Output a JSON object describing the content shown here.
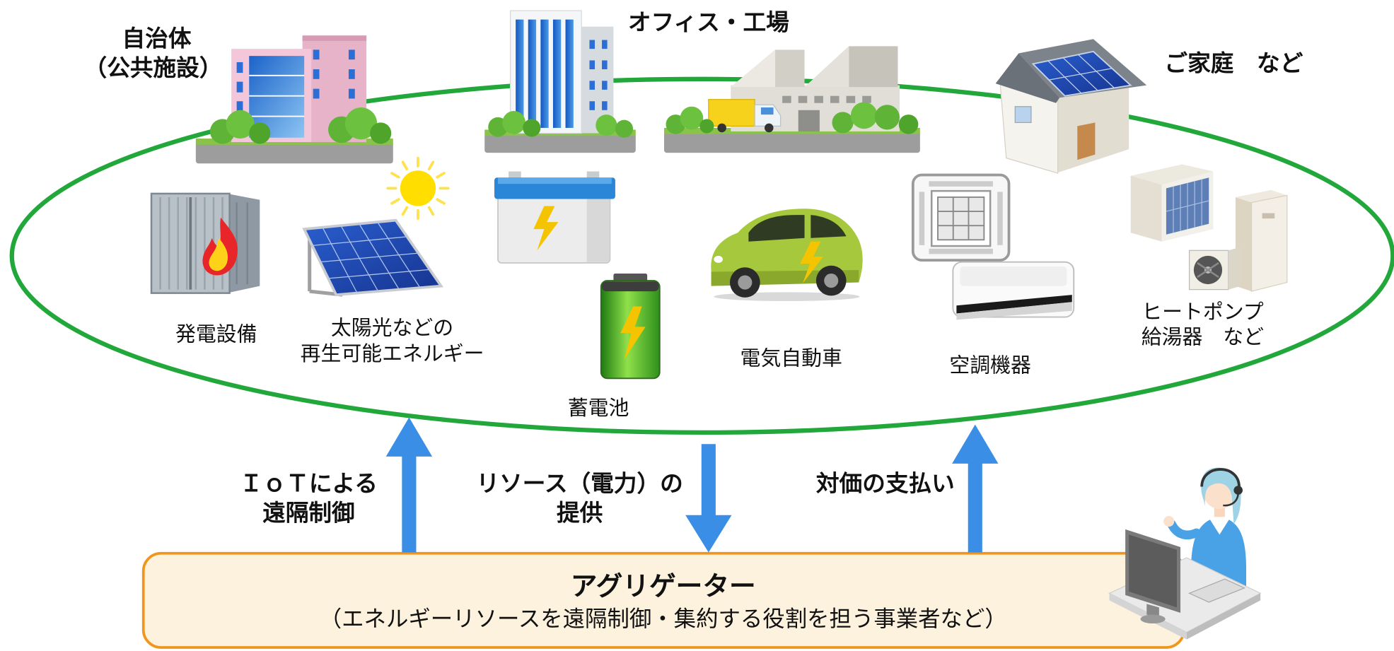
{
  "participants": {
    "municipality": {
      "name": "自治体",
      "sub": "（公共施設）",
      "icon": "municipal-building-icon"
    },
    "office_factory": {
      "name": "オフィス・工場",
      "icons": [
        "office-building-icon",
        "factory-icon",
        "delivery-truck-icon"
      ]
    },
    "home": {
      "name": "ご家庭　など",
      "icon": "solar-house-icon"
    }
  },
  "resources": {
    "generator": {
      "lines": [
        "発電設備"
      ],
      "icons": [
        "generator-container-icon",
        "fire-icon"
      ]
    },
    "renewable": {
      "lines": [
        "太陽光などの",
        "再生可能エネルギー"
      ],
      "icons": [
        "solar-panel-icon",
        "sun-icon"
      ]
    },
    "storage": {
      "lines": [
        "蓄電池"
      ],
      "icons": [
        "car-battery-icon",
        "storage-battery-icon"
      ]
    },
    "ev": {
      "lines": [
        "電気自動車"
      ],
      "icon": "electric-car-icon"
    },
    "hvac": {
      "lines": [
        "空調機器"
      ],
      "icons": [
        "ceiling-air-conditioner-icon",
        "wall-air-conditioner-icon"
      ]
    },
    "heat_pump": {
      "lines": [
        "ヒートポンプ",
        "給湯器　など"
      ],
      "icon": "heat-pump-water-heater-icon"
    }
  },
  "flows": {
    "iot_control": {
      "lines": [
        "ＩｏＴによる",
        "遠隔制御"
      ]
    },
    "resource_supply": {
      "lines": [
        "リソース（電力）の",
        "提供"
      ]
    },
    "payment": {
      "lines": [
        "対価の支払い"
      ]
    }
  },
  "aggregator": {
    "title": "アグリゲーター",
    "description": "（エネルギーリソースを遠隔制御・集約する役割を担う事業者など）",
    "icon": "operator-at-computer-icon"
  },
  "colors": {
    "ellipse": "#22a83a",
    "arrow": "#3a8ee6",
    "box_fill": "#fdf2de",
    "box_border": "#f0951e",
    "text": "#111111"
  }
}
